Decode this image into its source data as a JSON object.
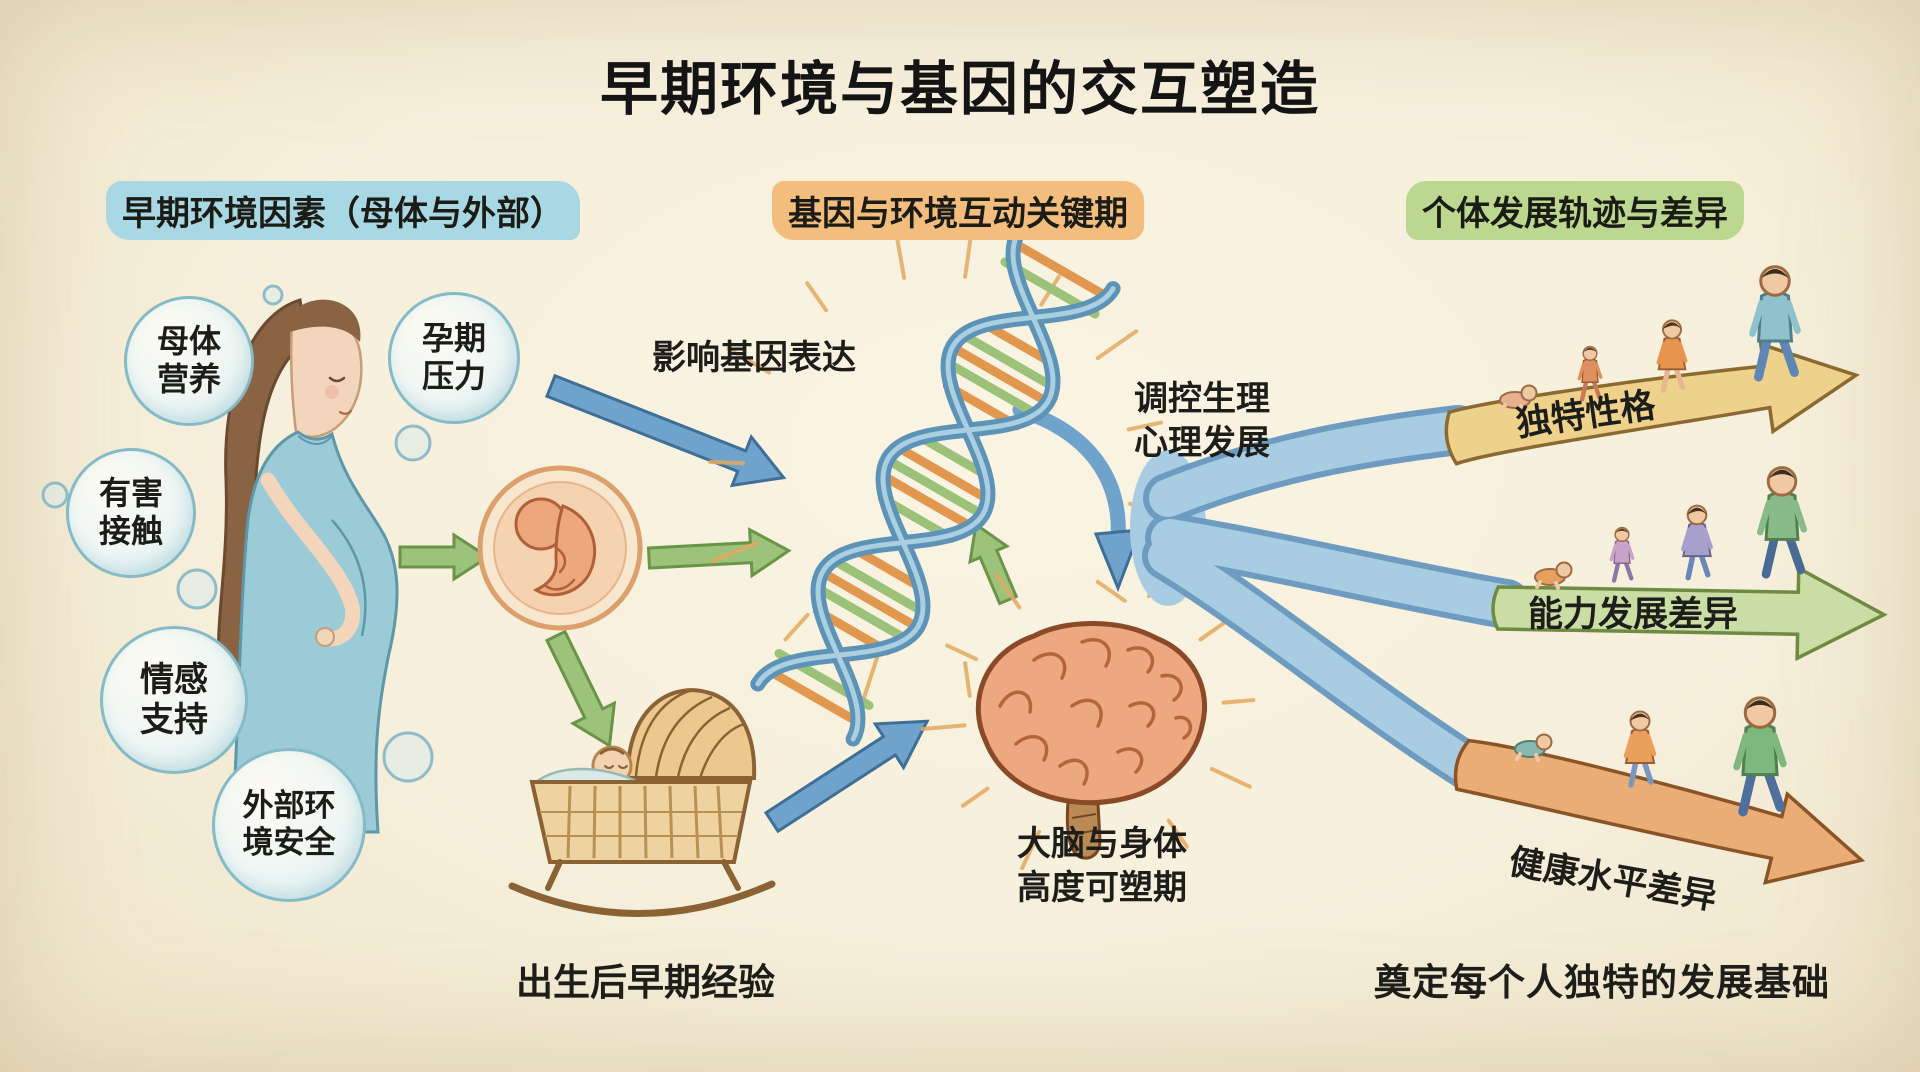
{
  "title": "早期环境与基因的交互塑造",
  "sections": {
    "environment": {
      "label": "早期环境因素（母体与外部）",
      "highlight_color": "#a8d8e4"
    },
    "interaction": {
      "label": "基因与环境互动关键期",
      "highlight_color": "#f3bd7e"
    },
    "trajectory": {
      "label": "个体发展轨迹与差异",
      "highlight_color": "#bcd78f"
    }
  },
  "factor_bubbles": [
    {
      "line1": "母体",
      "line2": "营养"
    },
    {
      "line1": "孕期",
      "line2": "压力"
    },
    {
      "line1": "有害",
      "line2": "接触"
    },
    {
      "line1": "情感",
      "line2": "支持"
    },
    {
      "line1": "外部环",
      "line2": "境安全"
    }
  ],
  "flow_labels": {
    "gene_expression": "影响基因表达",
    "regulation": {
      "line1": "调控生理",
      "line2": "心理发展"
    },
    "plasticity": {
      "line1": "大脑与身体",
      "line2": "高度可塑期"
    },
    "postnatal_experience": "出生后早期经验"
  },
  "outcome_arrows": [
    {
      "label": "独特性格",
      "color": "#eed28c"
    },
    {
      "label": "能力发展差异",
      "color": "#c9dda4"
    },
    {
      "label": "健康水平差异",
      "color": "#eaad76"
    }
  ],
  "footer_note": "奠定每个人独特的发展基础",
  "illustrations": [
    "pregnant-woman",
    "fetus",
    "cradle-with-baby",
    "dna-double-helix",
    "brain",
    "walking-figures"
  ],
  "colors": {
    "background": "#f6efdb",
    "arrow_blue": "#6fa3cc",
    "arrow_green": "#9dc27b",
    "flow_blue": "#a8cde2",
    "dna_strand": "#5d93b6",
    "dna_rung_orange": "#e2974e",
    "dna_rung_green": "#9cc27a",
    "brain": "#eda87f",
    "ray_orange": "#e3a95f",
    "bubble_stroke": "#85bac7"
  }
}
